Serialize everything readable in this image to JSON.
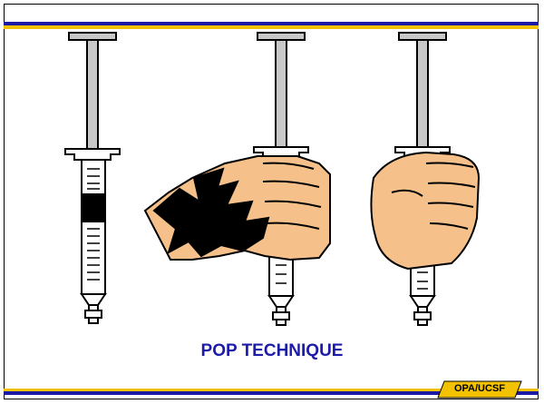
{
  "slide": {
    "title": "POP TECHNIQUE",
    "badge": "OPA/UCSF"
  },
  "illustration": {
    "items": [
      "syringe",
      "hand-grip-syringe",
      "fist-on-syringe"
    ]
  },
  "colors": {
    "title": "#1c1ca8",
    "rule_blue": "#1a1aa6",
    "rule_yellow": "#f2c200",
    "skin": "#f5c08a",
    "plunger": "#c8c8c8"
  }
}
